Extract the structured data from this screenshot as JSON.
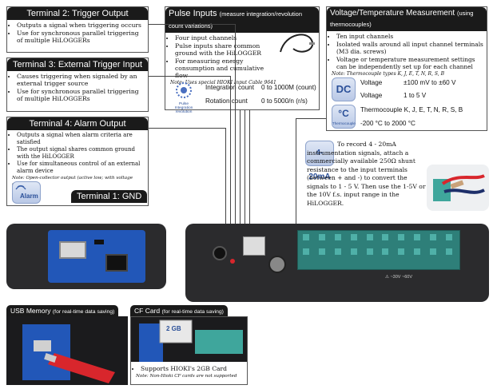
{
  "terminal2": {
    "title": "Terminal 2: Trigger Output",
    "items": [
      "Outputs a signal when triggering occurs",
      "Use for synchronous parallel triggering of multiple HiLOGGERs"
    ]
  },
  "terminal3": {
    "title": "Terminal 3: External Trigger Input",
    "items": [
      "Causes triggering when signaled by an external trigger source",
      "Use for synchronous parallel triggering of multiple HiLOGGERs"
    ]
  },
  "terminal4": {
    "title": "Terminal 4: Alarm Output",
    "items": [
      "Outputs a signal when alarm criteria are satisfied",
      "The output signal shares common ground with the HiLOGGER",
      "Use for simultaneous control of an external alarm device"
    ],
    "note": "Note: Open-collector output (active low; with voltage output)",
    "icon_text": "Alarm"
  },
  "terminal1": {
    "title": "Terminal 1: GND"
  },
  "pulse": {
    "title": "Pulse Inputs",
    "title_sub": "(measure integration/revolution count variations)",
    "items": [
      "Four input channels",
      "Pulse inputs share common ground with the HiLOGGER",
      "For measuring energy consumption and cumulative flow"
    ],
    "note": "Note: Uses special HIOKI Input Cable 9641",
    "icon_text": "Pulse Integration revolution",
    "rows": [
      {
        "label": "Integration count",
        "value": "0 to 1000M (count)"
      },
      {
        "label": "Rotation count",
        "value": "0 to 5000/n (r/s)"
      }
    ]
  },
  "voltage": {
    "title": "Voltage/Temperature Measurement",
    "title_sub": "(using thermocouples)",
    "items": [
      "Ten input channels",
      "Isolated walls around all input channel terminals (M3 dia. screws)",
      "Voltage or temperature measurement settings can be independently set up for each channel"
    ],
    "note": "Note: Thermocouple types K, J, E, T, N, R, S, B",
    "dc_icon": "DC V",
    "thermo_icon": "Thermocouple",
    "dc_rows": [
      {
        "label": "Voltage",
        "value": "±100 mV to ±60 V"
      },
      {
        "label": "Voltage",
        "value": "1 to 5 V"
      }
    ],
    "thermo_rows": [
      "Thermocouple K, J, E, T, N, R, S, B",
      "-200 °C to 2000 °C"
    ]
  },
  "ma": {
    "icon": "4-20mA",
    "text": "To record 4 - 20mA instrumentation signals, attach a commercially available 250Ω shunt resistance to the input terminals (between + and -) to convert the signals to 1 - 5 V. Then use the 1-5V or the 10V f.s. input range in the HiLOGGER."
  },
  "usb": {
    "title": "USB Memory",
    "title_sub": "(for real-time data saving)"
  },
  "cf": {
    "title": "CF Card",
    "title_sub": "(for real-time data saving)",
    "items": [
      "Supports HIOKI's 2GB Card"
    ],
    "note": "Note: Non-Hioki CF cards are not supported",
    "card_text": "2 GB"
  },
  "device": {
    "rating": "⚠ ~30V  ~60V"
  },
  "colors": {
    "header": "#1a1a1a",
    "accent_blue": "#1f4fa8",
    "terminal_teal": "#4fb0a8",
    "cable_red": "#d8262c"
  }
}
